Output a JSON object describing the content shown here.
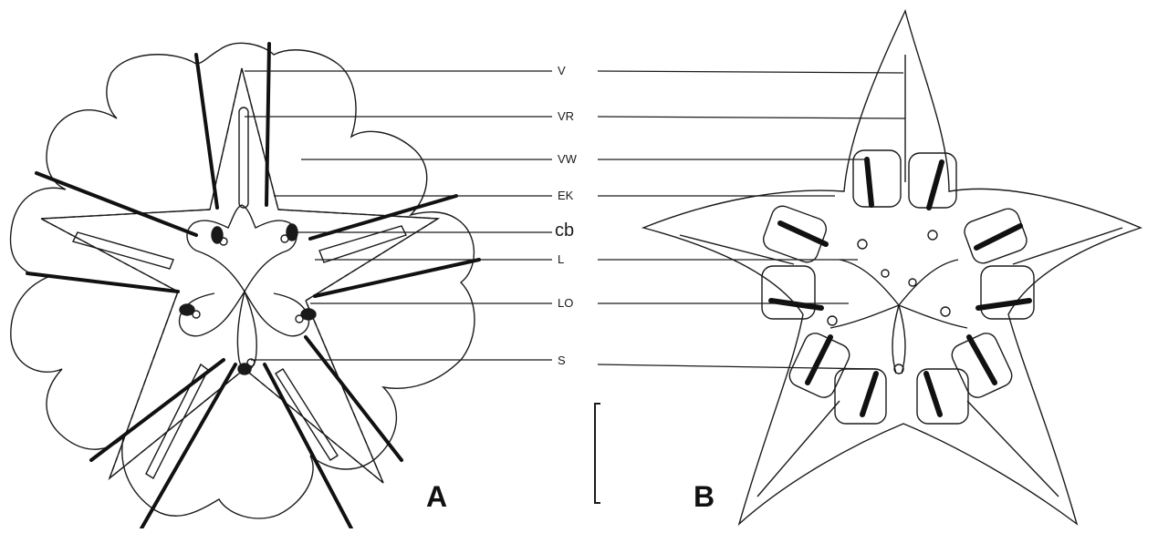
{
  "labels": {
    "v": "V",
    "vr": "VR",
    "vw": "VW",
    "ek": "EK",
    "cb": "cb",
    "l": "L",
    "lo": "LO",
    "s": "S"
  },
  "panels": {
    "a": "A",
    "b": "B"
  },
  "colors": {
    "ink": "#1a1a1a",
    "paper": "#ffffff"
  }
}
